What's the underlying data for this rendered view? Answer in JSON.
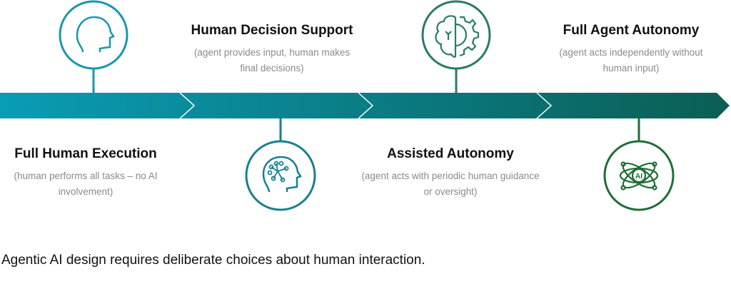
{
  "stages": [
    {
      "title": "Full Human Execution",
      "description": "(human performs all tasks – no AI involvement)",
      "icon": "human-head-icon",
      "color": "#1a97ad"
    },
    {
      "title": "Human Decision Support",
      "description": "(agent provides input, human makes final decisions)",
      "icon": "head-network-icon",
      "color": "#16818e"
    },
    {
      "title": "Assisted Autonomy",
      "description": "(agent acts with periodic human guidance or oversight)",
      "icon": "brain-gear-icon",
      "color": "#2a7a6a"
    },
    {
      "title": "Full Agent Autonomy",
      "description": "(agent acts independently without human input)",
      "icon": "ai-atom-icon",
      "color": "#1e6e36",
      "icon_text": "AI"
    }
  ],
  "caption": "Agentic AI design requires deliberate choices about human interaction.",
  "colors": {
    "bar_start": "#0a9cb6",
    "bar_end": "#0b5e54"
  }
}
